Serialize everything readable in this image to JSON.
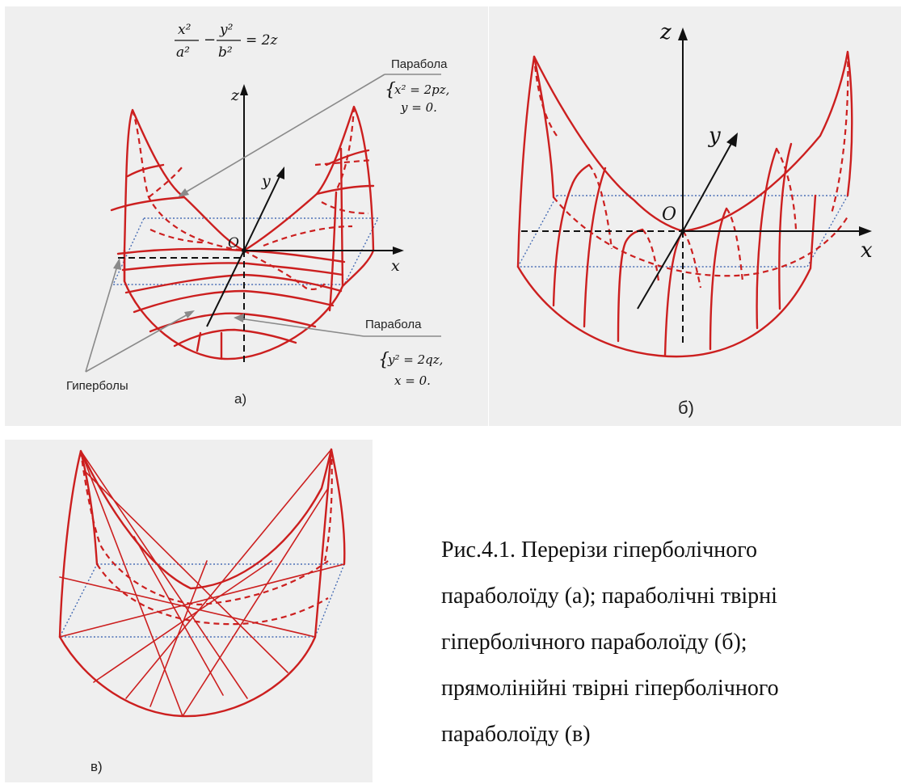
{
  "panel_a": {
    "formula": "x²/a² − y²/b² = 2z",
    "formula_lhs1_num": "x²",
    "formula_lhs1_den": "a²",
    "formula_lhs2_num": "y²",
    "formula_lhs2_den": "b²",
    "formula_rhs": "= 2z",
    "callout_top_label": "Парабола",
    "callout_top_eq1": "x² = 2pz,",
    "callout_top_eq2": "y = 0.",
    "callout_bottom_label": "Парабола",
    "callout_bottom_eq1": "y² = 2qz,",
    "callout_bottom_eq2": "x = 0.",
    "hyperbolas_label": "Гиперболы",
    "axis_x": "x",
    "axis_y": "y",
    "axis_z": "z",
    "origin": "O",
    "panel_label": "а)"
  },
  "panel_b": {
    "axis_x": "x",
    "axis_y": "y",
    "axis_z": "z",
    "origin": "O",
    "panel_label": "б)"
  },
  "panel_c": {
    "panel_label": "в)"
  },
  "caption": {
    "line1": "Рис.4.1. Перерізи гіперболічного",
    "line2": "параболоїду (а); параболічні твірні",
    "line3": "гіперболічного параболоїду (б);",
    "line4": "прямолінійні твірні гіперболічного",
    "line5": "параболоїду (в)"
  },
  "colors": {
    "surface": "#cc1f1f",
    "box": "#4a6fb5",
    "panel_bg": "#efefef"
  }
}
